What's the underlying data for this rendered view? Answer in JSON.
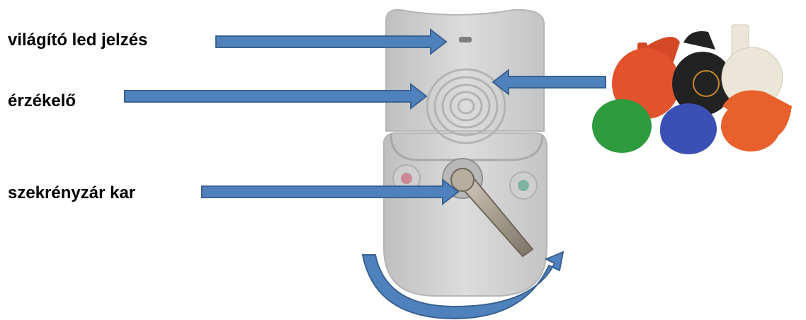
{
  "labels": {
    "led": "világító led jelzés",
    "sensor": "érzékelő",
    "lever": "szekrényzár kar"
  },
  "colors": {
    "arrow_fill": "#4f81bd",
    "arrow_stroke": "#3a6291",
    "lock_body": "#d3d3d3",
    "wristbands": [
      "#e2522c",
      "#2e9b3e",
      "#222222",
      "#3c4fb5",
      "#e8602c",
      "#ece6d8"
    ]
  }
}
